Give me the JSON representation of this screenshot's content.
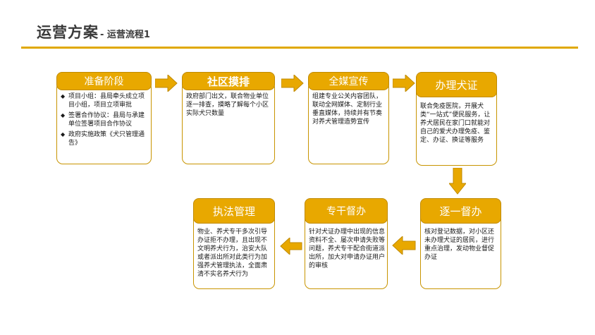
{
  "header": {
    "title": "运营方案",
    "subtitle": "- 运营流程1"
  },
  "steps": [
    {
      "title": "准备阶段",
      "items": [
        "项目小组：县局牵头成立项目小组，项目立项审批",
        "签署合作协议：县局与承建单位签署项目合作协议",
        "政府实施政策《犬只管理通告》"
      ]
    },
    {
      "title": "社区摸排",
      "text": "政府部门出文，联合物业单位逐一排查，摸略了解每个小区实际犬只数量"
    },
    {
      "title": "全媒宣传",
      "text": "组建专业公关内容团队，联动全网媒体、定制行业垂直媒体，持续并有节奏对养犬管理造势宣传"
    },
    {
      "title": "办理犬证",
      "text": "联合免疫医院，开展犬类“一站式”便民服务，让养犬居民在家门口就能对自己的爱犬办理免疫、鉴定、办证、换证等服务"
    },
    {
      "title": "逐一督办",
      "text": "核对登记数据，对小区还未办理犬证的居民，进行重点治理，发动物业督促办证"
    },
    {
      "title": "专干督办",
      "text": "针对犬证办理中出现的信息资料不全、屡次申请失败等问题，养犬专干配合街道派出所，加大对申请办证用户的审核"
    },
    {
      "title": "执法管理",
      "text": "物业、养犬专干多次引导办证拒不办理，且出现不文明养犬行为，治安大队或者派出所对此类行为加强养犬管理执法，全面肃清不实名养犬行为"
    }
  ],
  "colors": {
    "accent": "#E8A800",
    "border": "#C89400",
    "text": "#1a1a1a"
  }
}
